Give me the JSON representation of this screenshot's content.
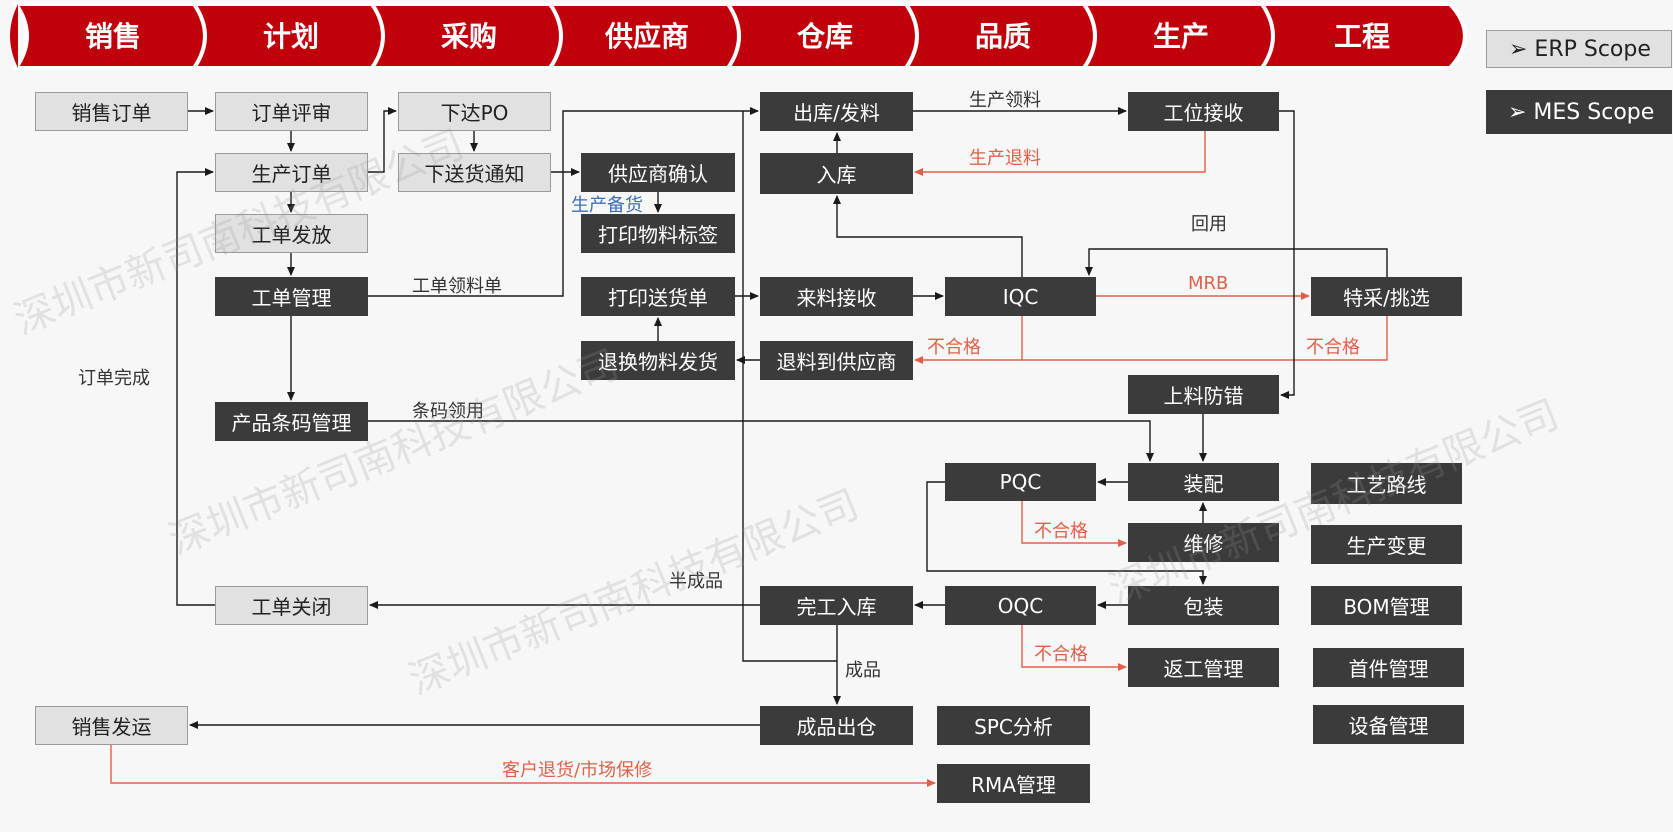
{
  "header": {
    "tabs": [
      "销售",
      "计划",
      "采购",
      "供应商",
      "仓库",
      "品质",
      "生产",
      "工程"
    ],
    "color": "#c0000b"
  },
  "legend": {
    "erp": "➢ ERP Scope",
    "mes": "➢ MES Scope"
  },
  "nodes": {
    "sales_order": "销售订单",
    "order_review": "订单评审",
    "issue_po": "下达PO",
    "production_order": "生产订单",
    "delivery_notice": "下送货通知",
    "supplier_confirm": "供应商确认",
    "work_order_release": "工单发放",
    "print_labels": "打印物料标签",
    "work_order_mgmt": "工单管理",
    "print_delivery": "打印送货单",
    "incoming_receive": "来料接收",
    "iqc": "IQC",
    "special_pick": "特采/挑选",
    "return_replace": "退换物料发货",
    "return_supplier": "退料到供应商",
    "outbound": "出库/发料",
    "inbound": "入库",
    "station_receive": "工位接收",
    "feeding_check": "上料防错",
    "barcode_mgmt": "产品条码管理",
    "assembly": "装配",
    "pqc": "PQC",
    "repair": "维修",
    "packing": "包装",
    "oqc": "OQC",
    "finish_inbound": "完工入库",
    "rework": "返工管理",
    "close_order": "工单关闭",
    "sales_ship": "销售发运",
    "fg_outbound": "成品出仓",
    "spc": "SPC分析",
    "rma": "RMA管理",
    "routing": "工艺路线",
    "prod_change": "生产变更",
    "bom": "BOM管理",
    "first_article": "首件管理",
    "equipment": "设备管理"
  },
  "labels": {
    "prod_pick": "生产领料",
    "prod_return": "生产退料",
    "reuse": "回用",
    "mrb": "MRB",
    "reject1": "不合格",
    "reject2": "不合格",
    "reject_pqc": "不合格",
    "reject_oqc": "不合格",
    "prod_prep": "生产备货",
    "wo_pick_list": "工单领料单",
    "order_complete": "订单完成",
    "barcode_use": "条码领用",
    "semi_finished": "半成品",
    "finished": "成品",
    "customer_return": "客户退货/市场保修"
  },
  "watermark": "深圳市新司南科技有限公司",
  "colors": {
    "erp_box": "#e1e1e1",
    "mes_box": "#3b3b3b",
    "red_line": "#e0604a",
    "black_line": "#1a1a1a"
  }
}
